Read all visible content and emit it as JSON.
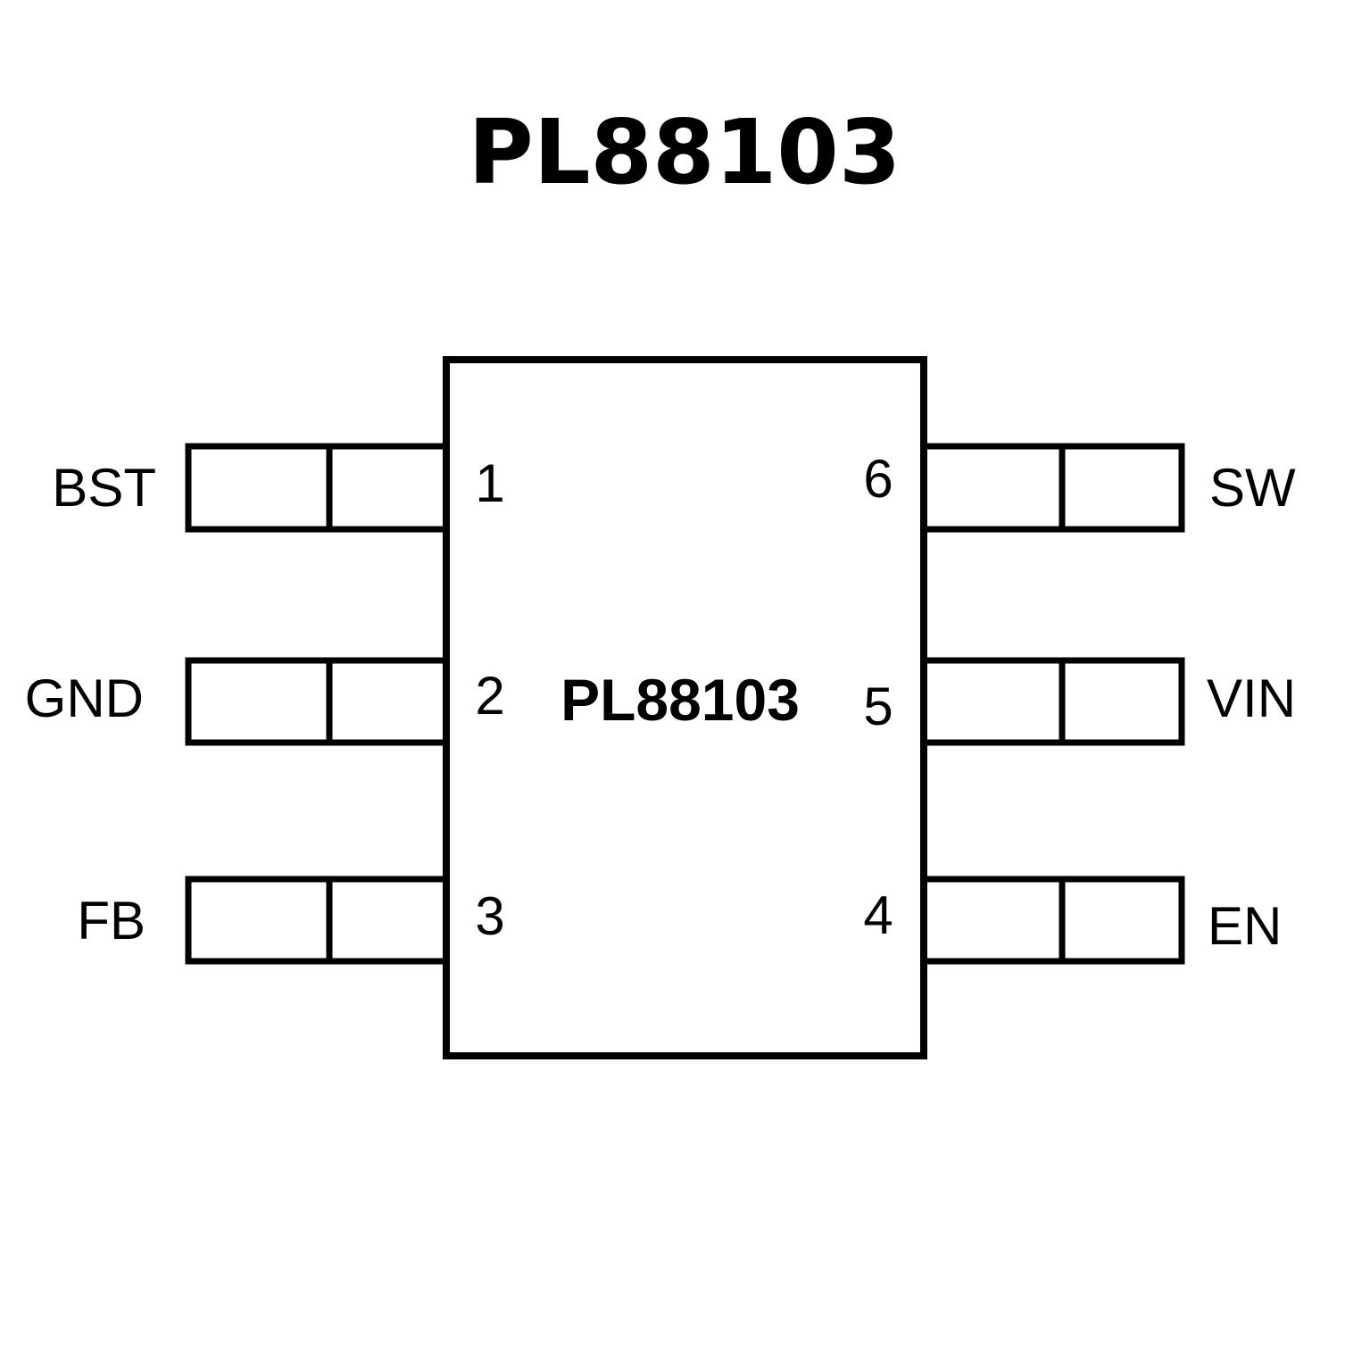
{
  "title": "PL88103",
  "chip": {
    "name": "PL88103"
  },
  "pins": [
    {
      "number": "1",
      "name": "BST",
      "side": "left"
    },
    {
      "number": "2",
      "name": "GND",
      "side": "left"
    },
    {
      "number": "3",
      "name": "FB",
      "side": "left"
    },
    {
      "number": "4",
      "name": "EN",
      "side": "right"
    },
    {
      "number": "5",
      "name": "VIN",
      "side": "right"
    },
    {
      "number": "6",
      "name": "SW",
      "side": "right"
    }
  ],
  "colors": {
    "stroke": "#000000",
    "background": "#ffffff"
  }
}
